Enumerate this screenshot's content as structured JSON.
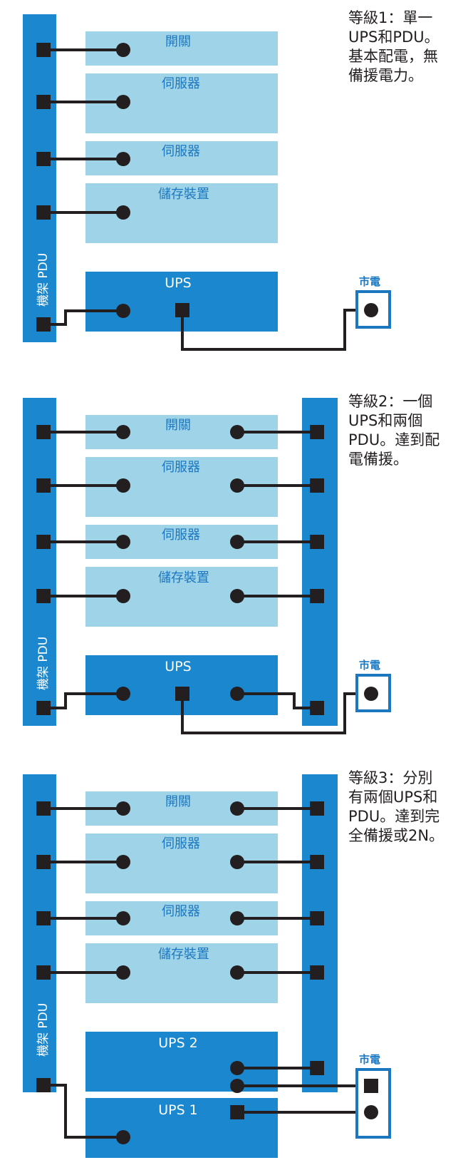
{
  "labels": {
    "switch": "開關",
    "server": "伺服器",
    "storage": "儲存裝置",
    "ups": "UPS",
    "ups1": "UPS 1",
    "ups2": "UPS 2",
    "mains": "市電",
    "rack_pdu": "機架 PDU"
  },
  "tiers": [
    {
      "lines": [
        "等級1：單一",
        "UPS和PDU。",
        "基本配電，無",
        "備援電力。"
      ]
    },
    {
      "lines": [
        "等級2：一個",
        "UPS和兩個",
        "PDU。達到配",
        "電備援。"
      ]
    },
    {
      "lines": [
        "等級3：分別",
        "有兩個UPS和",
        "PDU。達到完",
        "全備援或2N。"
      ]
    }
  ],
  "colors": {
    "pdu_blue": "#1b87cf",
    "light_box": "#9fd3e8",
    "wire": "#231f20",
    "mains_blue": "#1b78c0"
  }
}
